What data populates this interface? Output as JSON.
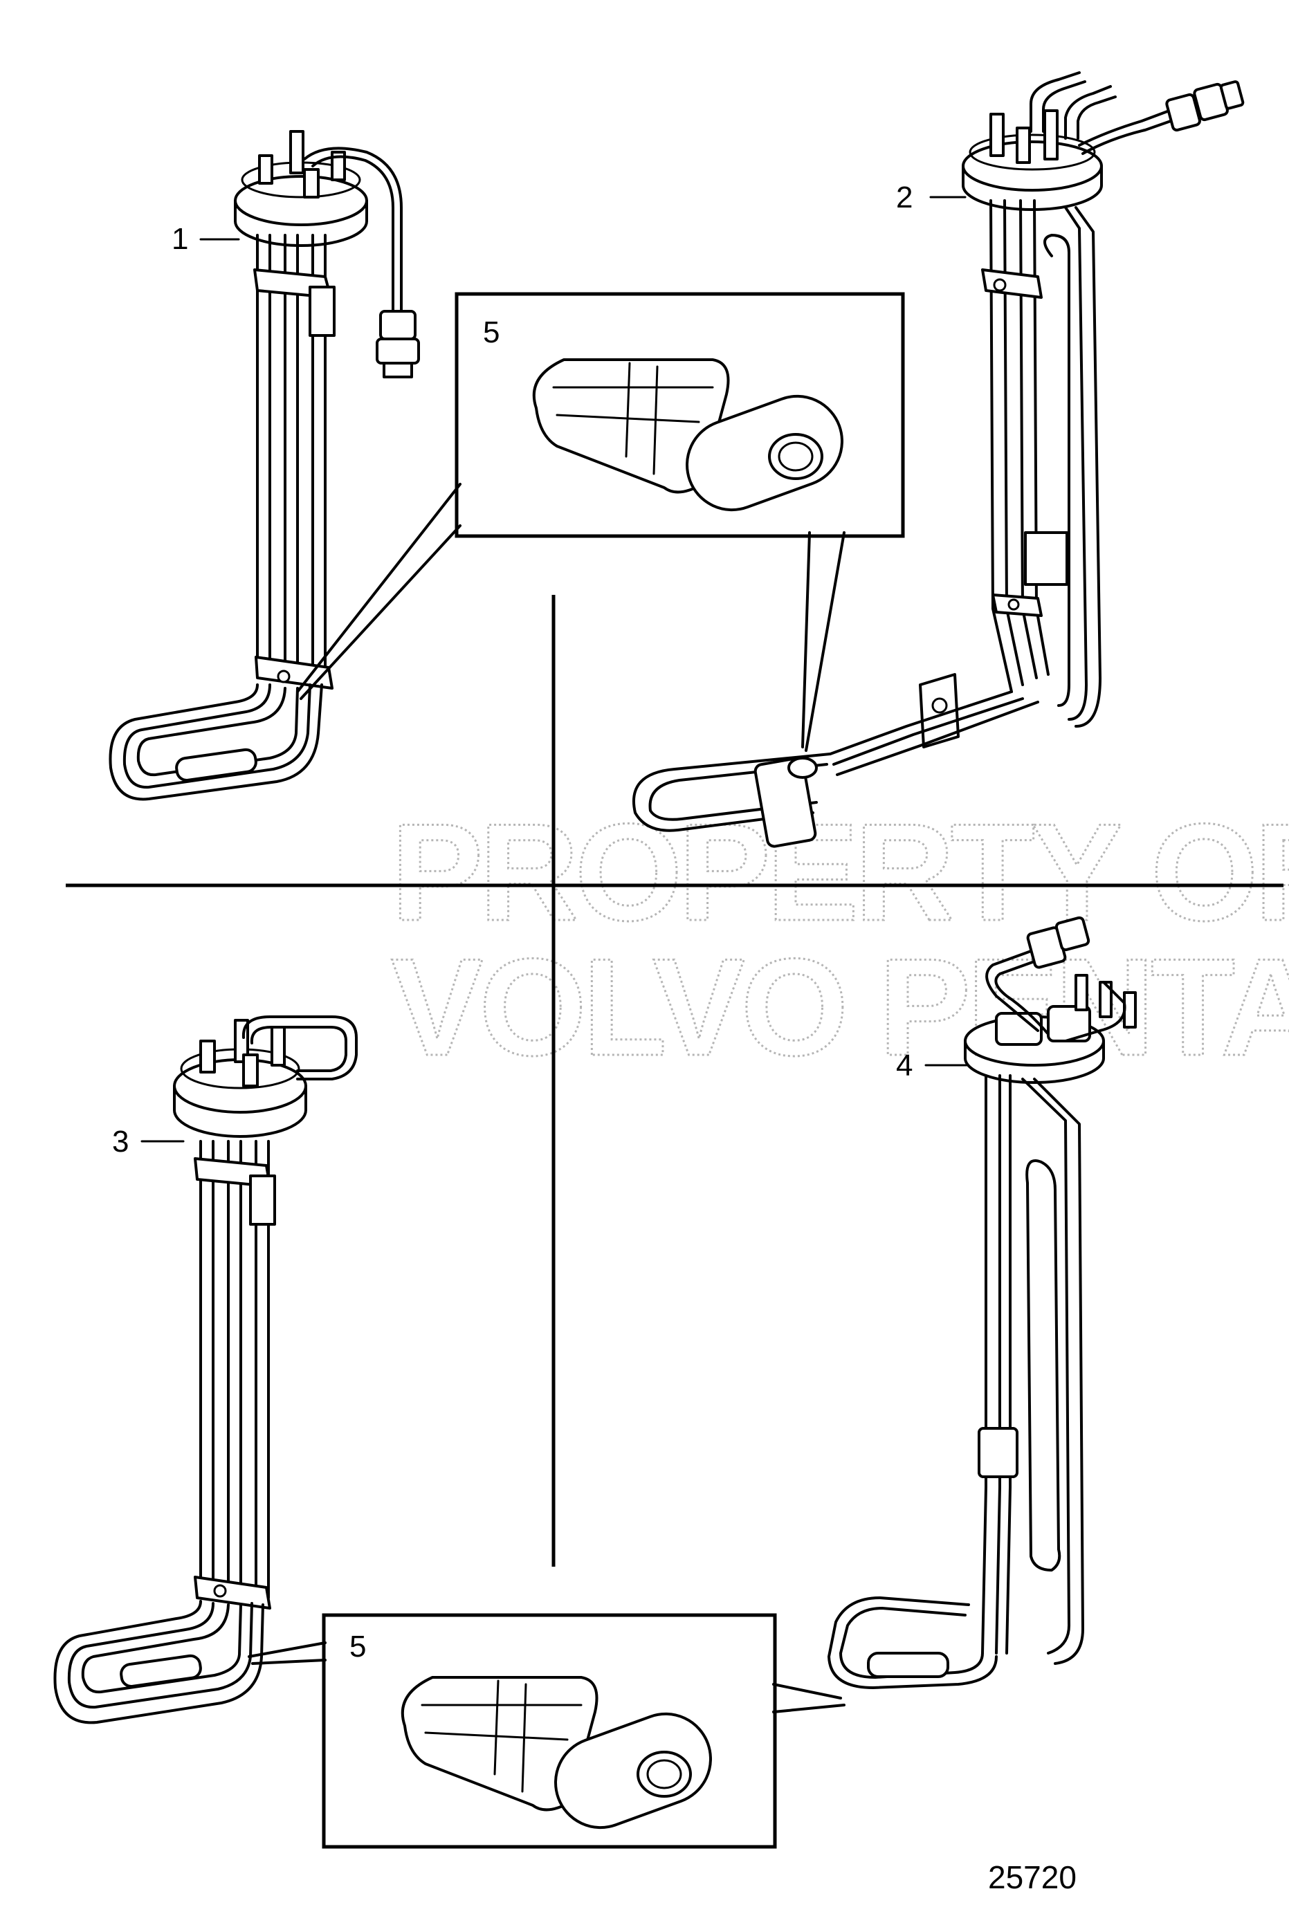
{
  "watermark": {
    "line1": "PROPERTY OF",
    "line2": "VOLVO PENTA"
  },
  "callouts": {
    "item1": "1",
    "item2": "2",
    "item3": "3",
    "item4": "4",
    "detail_top": "5",
    "detail_bottom": "5"
  },
  "figure_number": "25720"
}
